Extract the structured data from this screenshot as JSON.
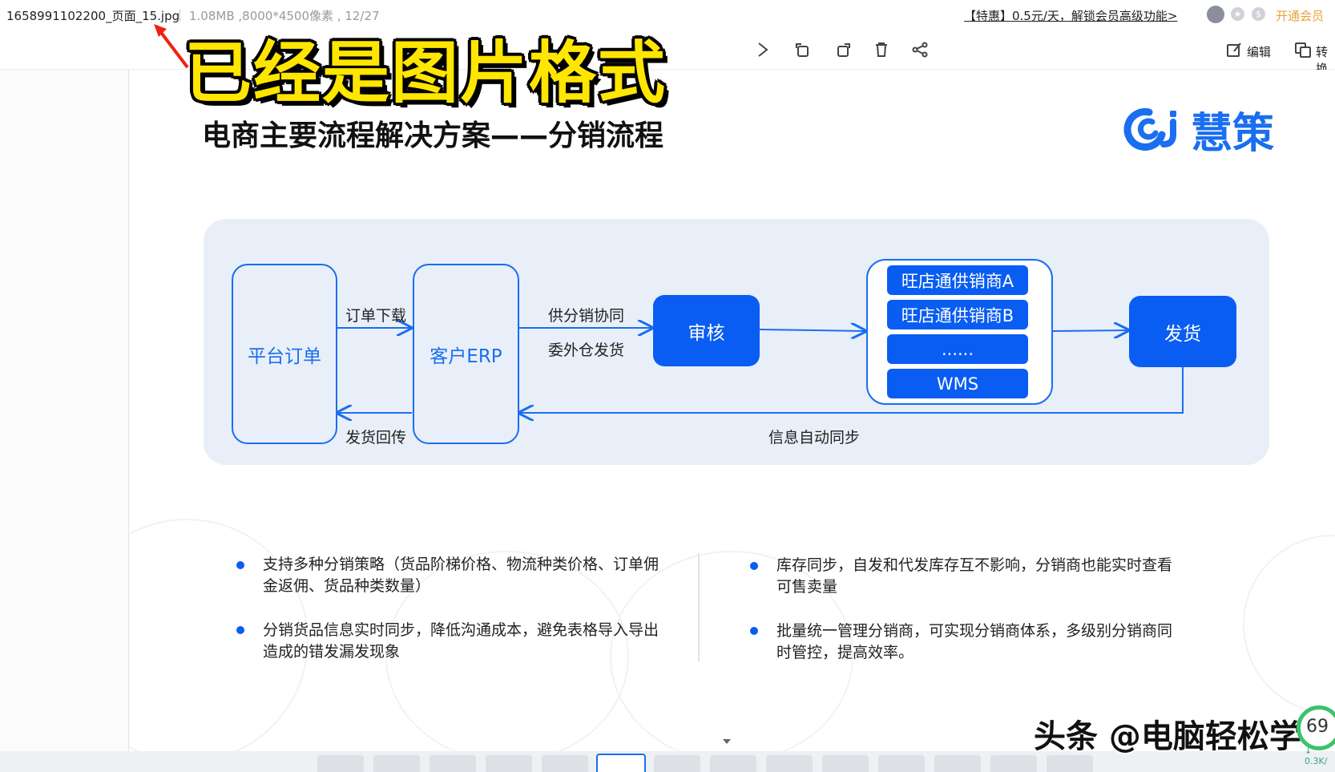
{
  "topbar": {
    "filename": "1658991102200_页面_15.jpg",
    "separator": "|",
    "file_info": "1.08MB ,8000*4500像素 , 12/27",
    "promo": "【特惠】0.5元/天，解锁会员高级功能>",
    "vip_label": "开通会员"
  },
  "toolbar": {
    "edit_label": "编辑",
    "convert_label": "转换"
  },
  "overlay": {
    "title": "已经是图片格式"
  },
  "slide": {
    "title": "电商主要流程解决方案——分销流程",
    "logo_text": "慧策",
    "flow": {
      "platform_order": "平台订单",
      "erp": "客户ERP",
      "review": "审核",
      "ship": "发货",
      "suppliers": [
        "旺店通供销商A",
        "旺店通供销商B",
        "......",
        "WMS"
      ],
      "label_order_download": "订单下载",
      "label_ship_return": "发货回传",
      "label_supply_sync": "供分销协同",
      "label_outsource": "委外仓发货",
      "label_info_sync": "信息自动同步"
    },
    "bullets": [
      "支持多种分销策略（货品阶梯价格、物流种类价格、订单佣金返佣、货品种类数量）",
      "分销货品信息实时同步，降低沟通成本，避免表格导入导出造成的错发漏发现象",
      "库存同步，自发和代发库存互不影响，分销商也能实时查看可售卖量",
      "批量统一管理分销商，可实现分销商体系，多级别分销商同时管控，提高效率。"
    ]
  },
  "watermark": "头条 @电脑轻松学",
  "gauge": {
    "value": "69",
    "sub": "↓ 0.3K/"
  },
  "colors": {
    "accent": "#0a5df2",
    "panel": "#e8eff8",
    "overlay_yellow": "#ffe600",
    "vip": "#e8a33c"
  }
}
